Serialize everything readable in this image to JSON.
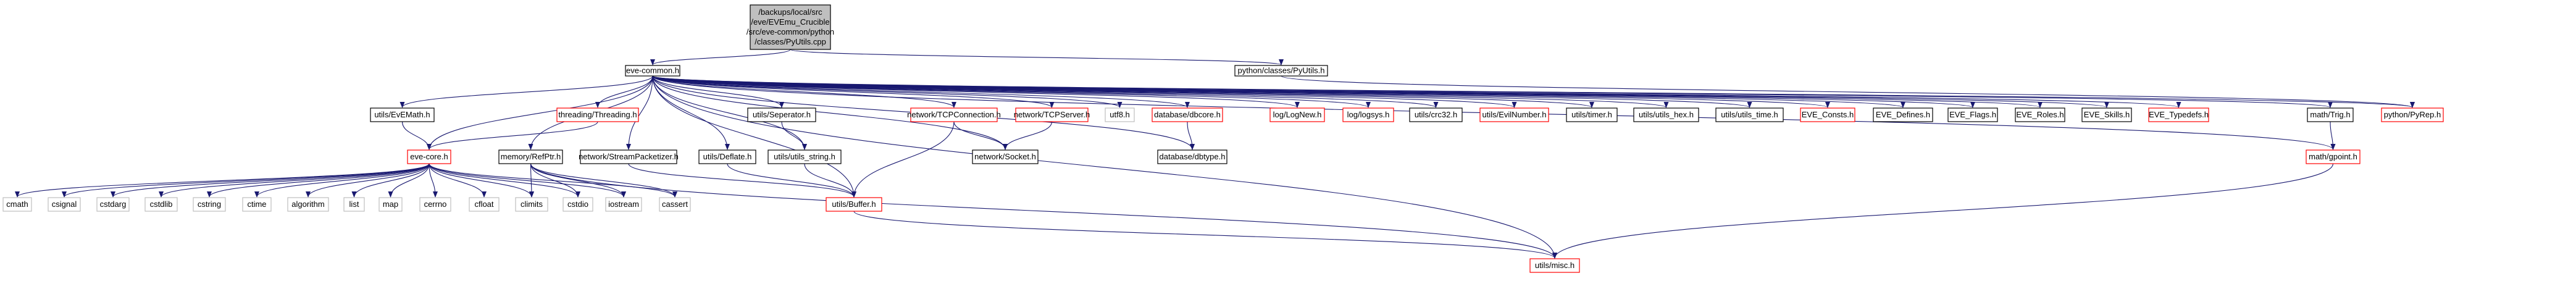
{
  "colors": {
    "root_fill": "#bfbfbf",
    "root_stroke": "#000000",
    "black_stroke": "#000000",
    "red_stroke": "#ff0000",
    "grey_stroke": "#bfbfbf",
    "node_fill": "#ffffff",
    "edge": "#191970",
    "edge_red": "#b22222"
  },
  "nodes": [
    {
      "id": "root",
      "lines": [
        "/backups/local/src",
        "/eve/EVEmu_Crucible",
        "/src/eve-common/python",
        "/classes/PyUtils.cpp"
      ],
      "style": "root"
    },
    {
      "id": "eve-common.h",
      "lines": [
        "eve-common.h"
      ],
      "style": "black"
    },
    {
      "id": "python/classes/PyUtils.h",
      "lines": [
        "python/classes/PyUtils.h"
      ],
      "style": "black"
    },
    {
      "id": "utils/EvEMath.h",
      "lines": [
        "utils/EvEMath.h"
      ],
      "style": "black"
    },
    {
      "id": "threading/Threading.h",
      "lines": [
        "threading/Threading.h"
      ],
      "style": "red"
    },
    {
      "id": "utils/Seperator.h",
      "lines": [
        "utils/Seperator.h"
      ],
      "style": "black"
    },
    {
      "id": "network/TCPConnection.h",
      "lines": [
        "network/TCPConnection.h"
      ],
      "style": "red"
    },
    {
      "id": "network/TCPServer.h",
      "lines": [
        "network/TCPServer.h"
      ],
      "style": "red"
    },
    {
      "id": "utf8.h",
      "lines": [
        "utf8.h"
      ],
      "style": "grey"
    },
    {
      "id": "database/dbcore.h",
      "lines": [
        "database/dbcore.h"
      ],
      "style": "red"
    },
    {
      "id": "log/LogNew.h",
      "lines": [
        "log/LogNew.h"
      ],
      "style": "red"
    },
    {
      "id": "log/logsys.h",
      "lines": [
        "log/logsys.h"
      ],
      "style": "red"
    },
    {
      "id": "utils/crc32.h",
      "lines": [
        "utils/crc32.h"
      ],
      "style": "black"
    },
    {
      "id": "utils/EvilNumber.h",
      "lines": [
        "utils/EvilNumber.h"
      ],
      "style": "red"
    },
    {
      "id": "utils/timer.h",
      "lines": [
        "utils/timer.h"
      ],
      "style": "black"
    },
    {
      "id": "utils/utils_hex.h",
      "lines": [
        "utils/utils_hex.h"
      ],
      "style": "black"
    },
    {
      "id": "utils/utils_time.h",
      "lines": [
        "utils/utils_time.h"
      ],
      "style": "black"
    },
    {
      "id": "EVE_Consts.h",
      "lines": [
        "EVE_Consts.h"
      ],
      "style": "red"
    },
    {
      "id": "EVE_Defines.h",
      "lines": [
        "EVE_Defines.h"
      ],
      "style": "black"
    },
    {
      "id": "EVE_Flags.h",
      "lines": [
        "EVE_Flags.h"
      ],
      "style": "black"
    },
    {
      "id": "EVE_Roles.h",
      "lines": [
        "EVE_Roles.h"
      ],
      "style": "black"
    },
    {
      "id": "EVE_Skills.h",
      "lines": [
        "EVE_Skills.h"
      ],
      "style": "black"
    },
    {
      "id": "EVE_Typedefs.h",
      "lines": [
        "EVE_Typedefs.h"
      ],
      "style": "red"
    },
    {
      "id": "math/Trig.h",
      "lines": [
        "math/Trig.h"
      ],
      "style": "black"
    },
    {
      "id": "python/PyRep.h",
      "lines": [
        "python/PyRep.h"
      ],
      "style": "red"
    },
    {
      "id": "eve-core.h",
      "lines": [
        "eve-core.h"
      ],
      "style": "red"
    },
    {
      "id": "memory/RefPtr.h",
      "lines": [
        "memory/RefPtr.h"
      ],
      "style": "black"
    },
    {
      "id": "network/StreamPacketizer.h",
      "lines": [
        "network/StreamPacketizer.h"
      ],
      "style": "black"
    },
    {
      "id": "utils/Deflate.h",
      "lines": [
        "utils/Deflate.h"
      ],
      "style": "black"
    },
    {
      "id": "utils/utils_string.h",
      "lines": [
        "utils/utils_string.h"
      ],
      "style": "black"
    },
    {
      "id": "network/Socket.h",
      "lines": [
        "network/Socket.h"
      ],
      "style": "black"
    },
    {
      "id": "database/dbtype.h",
      "lines": [
        "database/dbtype.h"
      ],
      "style": "black"
    },
    {
      "id": "math/gpoint.h",
      "lines": [
        "math/gpoint.h"
      ],
      "style": "red"
    },
    {
      "id": "cmath",
      "lines": [
        "cmath"
      ],
      "style": "grey"
    },
    {
      "id": "csignal",
      "lines": [
        "csignal"
      ],
      "style": "grey"
    },
    {
      "id": "cstdarg",
      "lines": [
        "cstdarg"
      ],
      "style": "grey"
    },
    {
      "id": "cstdlib",
      "lines": [
        "cstdlib"
      ],
      "style": "grey"
    },
    {
      "id": "cstring",
      "lines": [
        "cstring"
      ],
      "style": "grey"
    },
    {
      "id": "ctime",
      "lines": [
        "ctime"
      ],
      "style": "grey"
    },
    {
      "id": "algorithm",
      "lines": [
        "algorithm"
      ],
      "style": "grey"
    },
    {
      "id": "list",
      "lines": [
        "list"
      ],
      "style": "grey"
    },
    {
      "id": "map",
      "lines": [
        "map"
      ],
      "style": "grey"
    },
    {
      "id": "cerrno",
      "lines": [
        "cerrno"
      ],
      "style": "grey"
    },
    {
      "id": "cfloat",
      "lines": [
        "cfloat"
      ],
      "style": "grey"
    },
    {
      "id": "climits",
      "lines": [
        "climits"
      ],
      "style": "grey"
    },
    {
      "id": "cstdio",
      "lines": [
        "cstdio"
      ],
      "style": "grey"
    },
    {
      "id": "iostream",
      "lines": [
        "iostream"
      ],
      "style": "grey"
    },
    {
      "id": "cassert",
      "lines": [
        "cassert"
      ],
      "style": "grey"
    },
    {
      "id": "utils/Buffer.h",
      "lines": [
        "utils/Buffer.h"
      ],
      "style": "red"
    },
    {
      "id": "utils/misc.h",
      "lines": [
        "utils/misc.h"
      ],
      "style": "red"
    }
  ],
  "edges": [
    [
      "root",
      "eve-common.h"
    ],
    [
      "root",
      "python/classes/PyUtils.h"
    ],
    [
      "python/classes/PyUtils.h",
      "python/PyRep.h"
    ],
    [
      "eve-common.h",
      "utils/EvEMath.h"
    ],
    [
      "eve-common.h",
      "threading/Threading.h"
    ],
    [
      "eve-common.h",
      "eve-core.h"
    ],
    [
      "eve-common.h",
      "memory/RefPtr.h"
    ],
    [
      "eve-common.h",
      "network/StreamPacketizer.h"
    ],
    [
      "eve-common.h",
      "utils/Seperator.h"
    ],
    [
      "eve-common.h",
      "utils/Deflate.h"
    ],
    [
      "eve-common.h",
      "utils/utils_string.h"
    ],
    [
      "eve-common.h",
      "network/TCPConnection.h"
    ],
    [
      "eve-common.h",
      "utils/Buffer.h"
    ],
    [
      "eve-common.h",
      "network/TCPServer.h"
    ],
    [
      "eve-common.h",
      "network/Socket.h"
    ],
    [
      "eve-common.h",
      "utf8.h"
    ],
    [
      "eve-common.h",
      "database/dbcore.h"
    ],
    [
      "eve-common.h",
      "database/dbtype.h"
    ],
    [
      "eve-common.h",
      "log/LogNew.h"
    ],
    [
      "eve-common.h",
      "log/logsys.h"
    ],
    [
      "eve-common.h",
      "utils/crc32.h"
    ],
    [
      "eve-common.h",
      "utils/EvilNumber.h"
    ],
    [
      "eve-common.h",
      "utils/timer.h"
    ],
    [
      "eve-common.h",
      "utils/utils_hex.h"
    ],
    [
      "eve-common.h",
      "utils/utils_time.h"
    ],
    [
      "eve-common.h",
      "EVE_Consts.h"
    ],
    [
      "eve-common.h",
      "EVE_Defines.h"
    ],
    [
      "eve-common.h",
      "EVE_Flags.h"
    ],
    [
      "eve-common.h",
      "EVE_Roles.h"
    ],
    [
      "eve-common.h",
      "EVE_Skills.h"
    ],
    [
      "eve-common.h",
      "EVE_Typedefs.h"
    ],
    [
      "eve-common.h",
      "math/Trig.h"
    ],
    [
      "eve-common.h",
      "math/gpoint.h"
    ],
    [
      "eve-common.h",
      "utils/misc.h"
    ],
    [
      "eve-common.h",
      "python/PyRep.h"
    ],
    [
      "utils/EvEMath.h",
      "eve-core.h"
    ],
    [
      "threading/Threading.h",
      "eve-core.h"
    ],
    [
      "utils/Seperator.h",
      "utils/utils_string.h"
    ],
    [
      "network/TCPConnection.h",
      "network/Socket.h"
    ],
    [
      "network/TCPConnection.h",
      "utils/Buffer.h"
    ],
    [
      "network/TCPServer.h",
      "network/Socket.h"
    ],
    [
      "database/dbcore.h",
      "database/dbtype.h"
    ],
    [
      "math/Trig.h",
      "math/gpoint.h"
    ],
    [
      "math/gpoint.h",
      "utils/misc.h"
    ],
    [
      "eve-core.h",
      "cmath"
    ],
    [
      "eve-core.h",
      "csignal"
    ],
    [
      "eve-core.h",
      "cstdarg"
    ],
    [
      "eve-core.h",
      "cstdlib"
    ],
    [
      "eve-core.h",
      "cstring"
    ],
    [
      "eve-core.h",
      "ctime"
    ],
    [
      "eve-core.h",
      "algorithm"
    ],
    [
      "eve-core.h",
      "list"
    ],
    [
      "eve-core.h",
      "map"
    ],
    [
      "eve-core.h",
      "cerrno"
    ],
    [
      "eve-core.h",
      "cfloat"
    ],
    [
      "eve-core.h",
      "climits"
    ],
    [
      "eve-core.h",
      "cstdio"
    ],
    [
      "eve-core.h",
      "iostream"
    ],
    [
      "eve-core.h",
      "cassert"
    ],
    [
      "memory/RefPtr.h",
      "climits"
    ],
    [
      "memory/RefPtr.h",
      "cstdio"
    ],
    [
      "memory/RefPtr.h",
      "iostream"
    ],
    [
      "memory/RefPtr.h",
      "cassert"
    ],
    [
      "memory/RefPtr.h",
      "utils/misc.h"
    ],
    [
      "network/StreamPacketizer.h",
      "utils/Buffer.h"
    ],
    [
      "utils/Deflate.h",
      "utils/Buffer.h"
    ],
    [
      "utils/utils_string.h",
      "utils/Buffer.h"
    ],
    [
      "utils/Buffer.h",
      "utils/misc.h"
    ]
  ]
}
